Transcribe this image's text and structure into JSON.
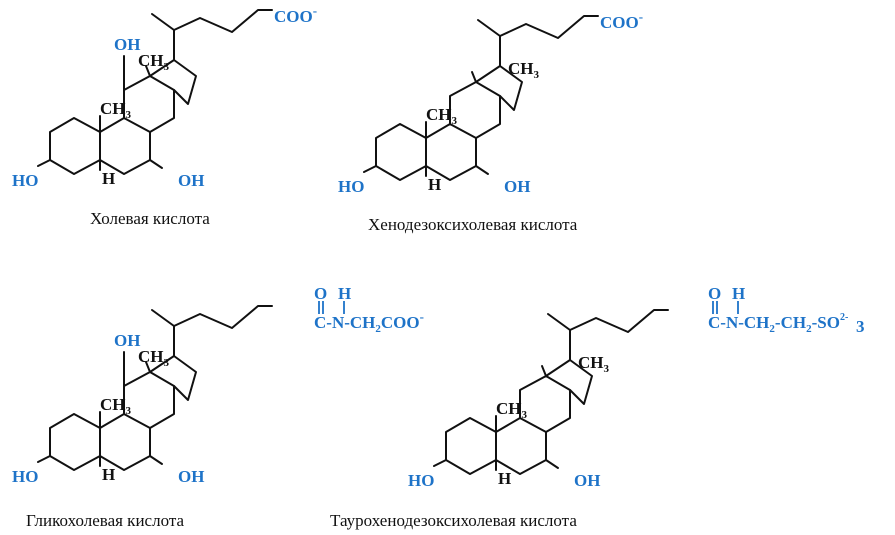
{
  "colors": {
    "bond": "#111111",
    "accent": "#1e73c8"
  },
  "labels": {
    "oh": "OH",
    "ho": "HO",
    "ch3": "CH",
    "sub3": "3",
    "h": "H",
    "o": "O",
    "coo": "COO",
    "minus": "-",
    "dash": "-",
    "amide_c": "C",
    "amide_n": "N",
    "ch2": "CH",
    "sub2": "2",
    "so3": "SO",
    "so3_sup": "2-",
    "so3_sub": "3"
  },
  "captions": {
    "cholic": "Холевая кислота",
    "chenodeoxycholic": "Хенодезоксихолевая кислота",
    "glycocholic": "Гликохолевая кислота",
    "taurochenodeoxycholic": "Таурохенодезоксихолевая кислота"
  }
}
